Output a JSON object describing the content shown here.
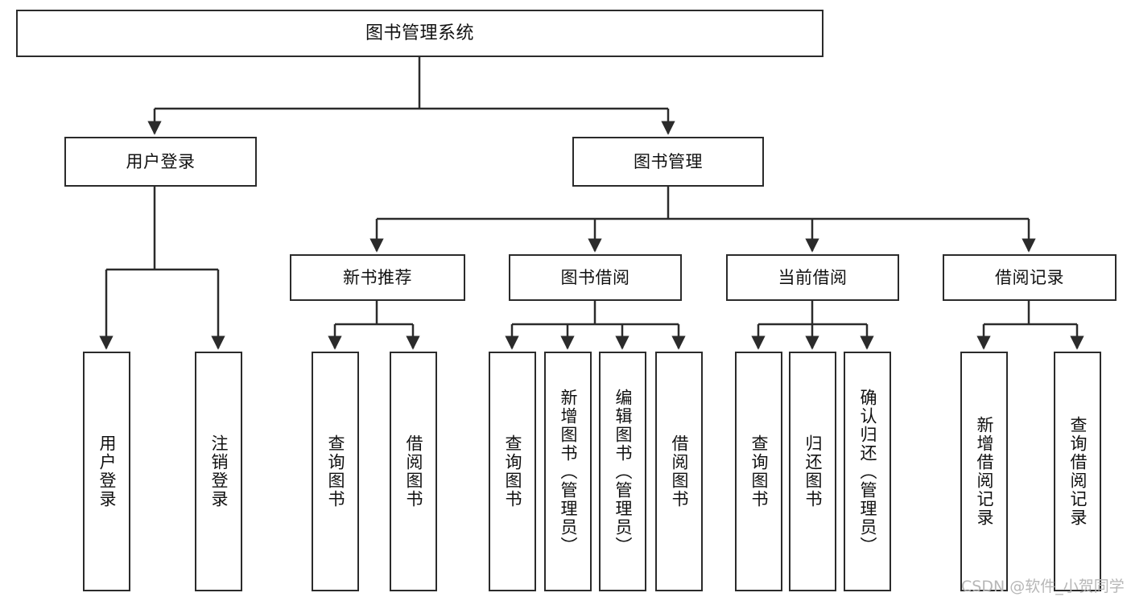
{
  "diagram": {
    "title": "图书管理系统",
    "type": "tree",
    "colors": {
      "box_border": "#2b2b2b",
      "box_fill": "#ffffff",
      "edge": "#2b2b2b",
      "text": "#111111",
      "watermark": "#b7b7b7",
      "background": "#ffffff"
    },
    "root": {
      "label": "图书管理系统"
    },
    "level1": [
      {
        "label": "用户登录"
      },
      {
        "label": "图书管理"
      }
    ],
    "level2": [
      {
        "label": "新书推荐"
      },
      {
        "label": "图书借阅"
      },
      {
        "label": "当前借阅"
      },
      {
        "label": "借阅记录"
      }
    ],
    "leaves": {
      "user_login": [
        {
          "label": "用户登录"
        },
        {
          "label": "注销登录"
        }
      ],
      "new_book_recommend": [
        {
          "label": "查询图书"
        },
        {
          "label": "借阅图书"
        }
      ],
      "book_borrow": [
        {
          "label": "查询图书"
        },
        {
          "label": "新增图书（管理员）"
        },
        {
          "label": "编辑图书（管理员）"
        },
        {
          "label": "借阅图书"
        }
      ],
      "current_borrow": [
        {
          "label": "查询图书"
        },
        {
          "label": "归还图书"
        },
        {
          "label": "确认归还（管理员）"
        }
      ],
      "borrow_record": [
        {
          "label": "新增借阅记录"
        },
        {
          "label": "查询借阅记录"
        }
      ]
    }
  },
  "watermark": {
    "text": "CSDN @软件_小贺同学"
  }
}
